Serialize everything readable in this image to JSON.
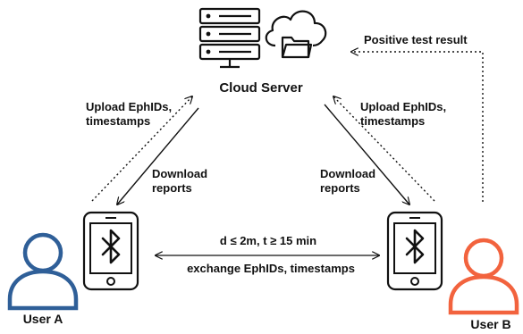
{
  "server": {
    "label": "Cloud Server"
  },
  "users": {
    "a": {
      "label": "User A",
      "color": "#2f5f98"
    },
    "b": {
      "label": "User B",
      "color": "#f2633e"
    }
  },
  "links": {
    "upload_a": [
      "Upload EphIDs,",
      "timestamps"
    ],
    "download_a": [
      "Download",
      "reports"
    ],
    "upload_b": [
      "Upload EphIDs,",
      "timestamps"
    ],
    "download_b": [
      "Download",
      "reports"
    ],
    "positive": "Positive test result",
    "exchange_condition": "d ≤ 2m, t ≥ 15 min",
    "exchange_label": "exchange EphIDs, timestamps"
  },
  "icons": [
    "server-icon",
    "cloud-folder-icon",
    "phone-icon",
    "bluetooth-icon",
    "user-icon"
  ]
}
